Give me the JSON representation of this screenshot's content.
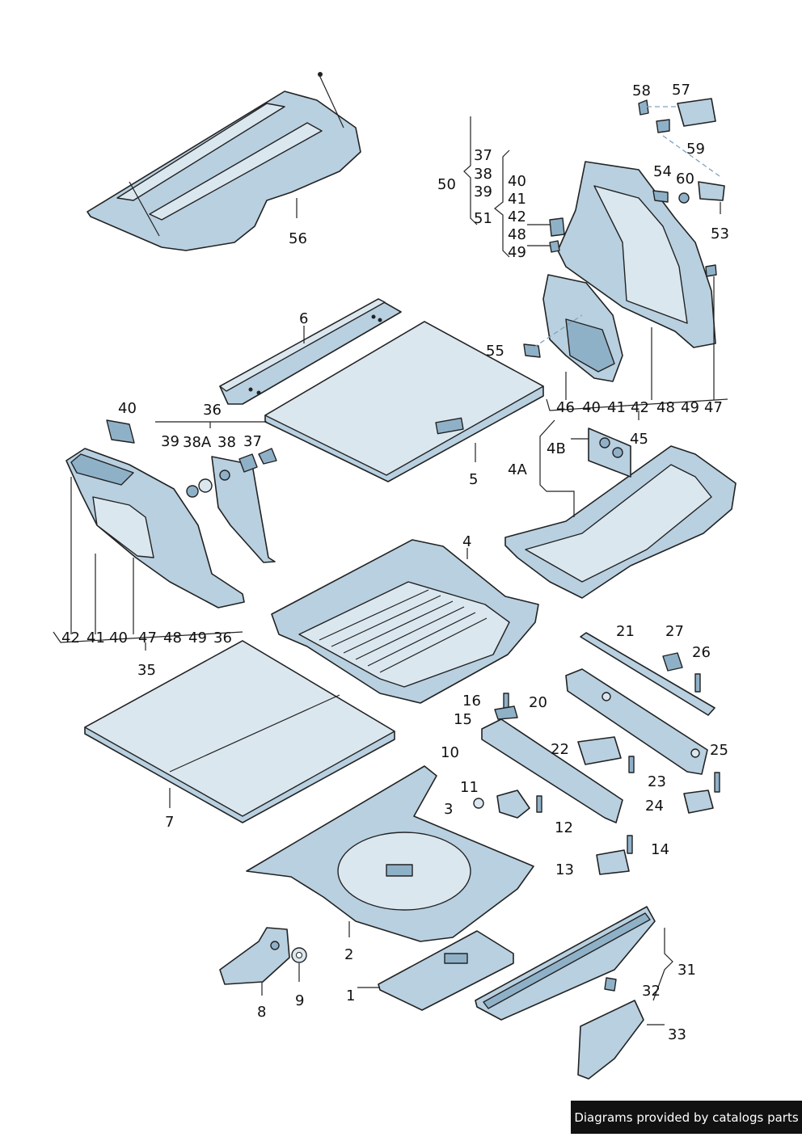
{
  "footer": {
    "text": "Diagrams provided by catalogs parts"
  },
  "callouts": {
    "c56": "56",
    "c6": "6",
    "c5": "5",
    "c4": "4",
    "c4A": "4A",
    "c4B": "4B",
    "c45": "45",
    "c50": "50",
    "c37a": "37",
    "c38a": "38",
    "c39a": "39",
    "c51": "51",
    "c40a": "40",
    "c41a": "41",
    "c42a": "42",
    "c48a": "48",
    "c49a": "49",
    "c58": "58",
    "c57": "57",
    "c59": "59",
    "c54": "54",
    "c60": "60",
    "c53": "53",
    "c55": "55",
    "row1": [
      "46",
      "40",
      "41",
      "42",
      "48",
      "49",
      "47"
    ],
    "c40b": "40",
    "c36": "36",
    "c39b": "39",
    "c38A": "38A",
    "c38b": "38",
    "c37b": "37",
    "row2": [
      "42",
      "41",
      "40",
      "47",
      "48",
      "49",
      "36"
    ],
    "c35": "35",
    "c7": "7",
    "c21": "21",
    "c27": "27",
    "c26": "26",
    "c20": "20",
    "c16": "16",
    "c15": "15",
    "c10": "10",
    "c22": "22",
    "c25": "25",
    "c23": "23",
    "c11": "11",
    "c3": "3",
    "c12": "12",
    "c24": "24",
    "c14": "14",
    "c13": "13",
    "c2": "2",
    "c1": "1",
    "c31": "31",
    "c32": "32",
    "c33": "33",
    "c8": "8",
    "c9": "9"
  }
}
